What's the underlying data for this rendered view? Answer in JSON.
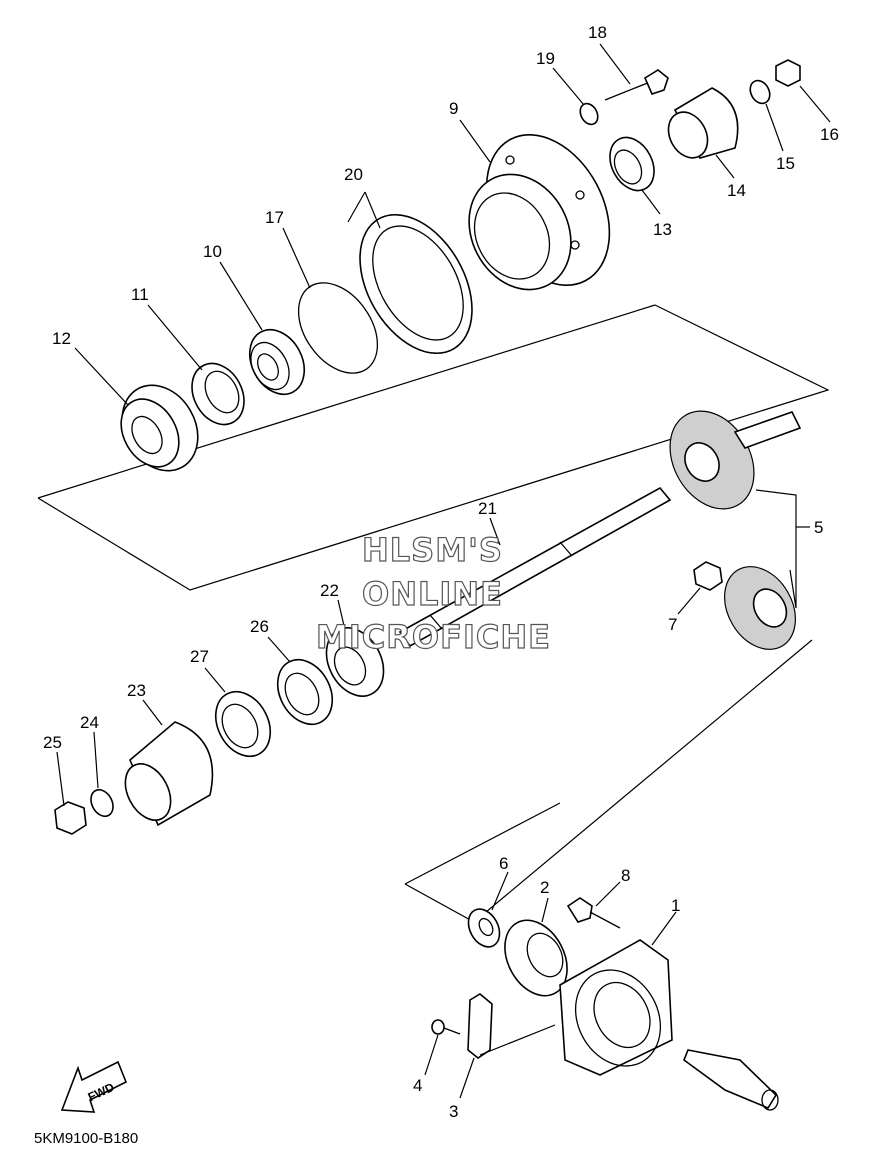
{
  "diagram": {
    "code": "5KM9100-B180",
    "fwd_label": "FWD",
    "watermark": [
      "HLSM'S",
      "ONLINE",
      "MICROFICHE"
    ],
    "callouts": [
      "1",
      "2",
      "3",
      "4",
      "5",
      "6",
      "7",
      "8",
      "9",
      "10",
      "11",
      "12",
      "13",
      "14",
      "15",
      "16",
      "17",
      "18",
      "19",
      "20",
      "21",
      "22",
      "23",
      "24",
      "25",
      "26",
      "27"
    ]
  }
}
